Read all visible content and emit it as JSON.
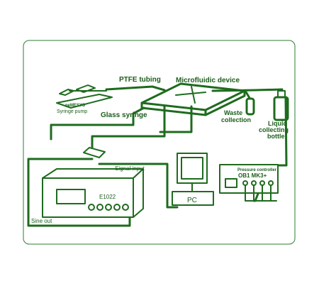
{
  "colors": {
    "line": "#1e6b1e",
    "text": "#1a5e1a",
    "panel_fill": "#ffffff",
    "frame": "#2e7d32"
  },
  "labels": {
    "ptfe_tubing": "PTFE tubing",
    "microfluidic_device": "Microfluidic device",
    "nemesys": "neMESYS",
    "syringe_pump": "Syringe pump",
    "glass_syringe": "Glass syringe",
    "waste_line1": "Waste",
    "waste_line2": "collection",
    "liquid_line1": "Liquid",
    "liquid_line2": "collecting",
    "liquid_line3": "bottle",
    "signal_input": "Signal input",
    "pc": "PC",
    "pressure_controller": "Pressure controller",
    "ob1_mk3": "OB1 MK3+",
    "generator_model": "E1022",
    "sine_out": "Sine out"
  },
  "icons": {
    "pump": "syringe-pump-icon",
    "monitor": "pc-monitor-icon",
    "bottle": "bottle-icon",
    "tube": "collection-tube-icon",
    "generator": "function-generator-icon",
    "controller": "pressure-controller-icon"
  }
}
